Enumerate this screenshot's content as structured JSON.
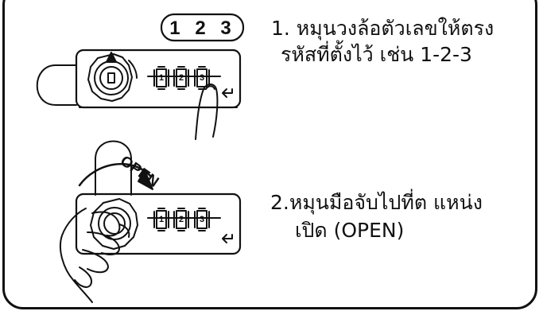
{
  "code_display": "1 2 3",
  "open_label": "OPEN",
  "dial_numbers": [
    "1",
    "2",
    "3"
  ],
  "step1": {
    "line1": "1. หมุนวงล้อตัวเลขให้ตรง",
    "line2": "รหัสที่ตั้งไว้ เช่น 1-2-3"
  },
  "step2": {
    "line1": "2.หมุนมือจับไปที่ต แหน่ง",
    "line2": "เปิด (OPEN)"
  },
  "colors": {
    "ink": "#111111",
    "background": "#ffffff"
  },
  "icons": [
    "finger-icon",
    "hand-icon",
    "rotation-arrow-icon",
    "key-cylinder-icon",
    "return-arrow-icon"
  ]
}
